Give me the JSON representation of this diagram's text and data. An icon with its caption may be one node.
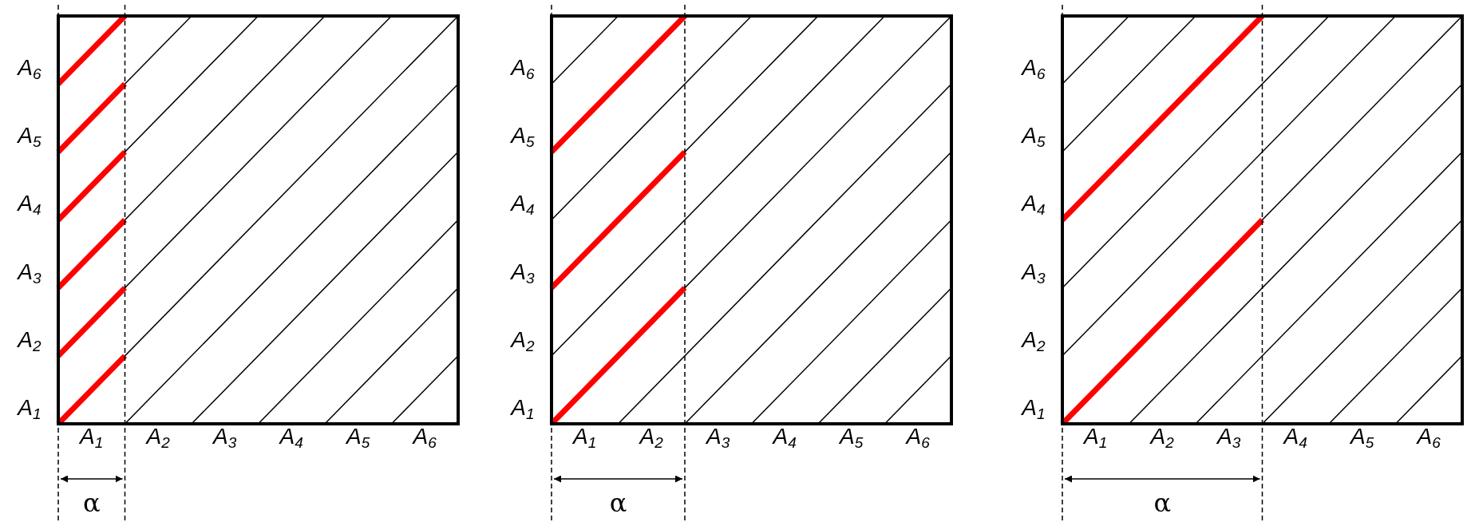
{
  "diagram": {
    "labels": [
      "A$_{6}$",
      "A$_{5}$",
      "A$_{4}$",
      "A$_{3}$",
      "A$_{2}$",
      "A$_{1}$",
      "A$_{1}$",
      "A$_{2}$",
      "A$_{3}$",
      "A$_{4}$",
      "A$_{5}$",
      "A$_{6}$",
      "α",
      "A$_{6}$",
      "A$_{5}$",
      "A$_{4}$",
      "A$_{3}$",
      "A$_{2}$",
      "A$_{1}$",
      "A$_{1}$",
      "A$_{2}$",
      "A$_{3}$",
      "A$_{4}$",
      "A$_{5}$",
      "A$_{6}$",
      "α",
      "A$_{6}$",
      "A$_{5}$",
      "A$_{4}$",
      "A$_{3}$",
      "A$_{2}$",
      "A$_{1}$",
      "A$_{1}$",
      "A$_{2}$",
      "A$_{3}$",
      "A$_{4}$",
      "A$_{5}$",
      "A$_{6}$",
      "α"
    ]
  }
}
